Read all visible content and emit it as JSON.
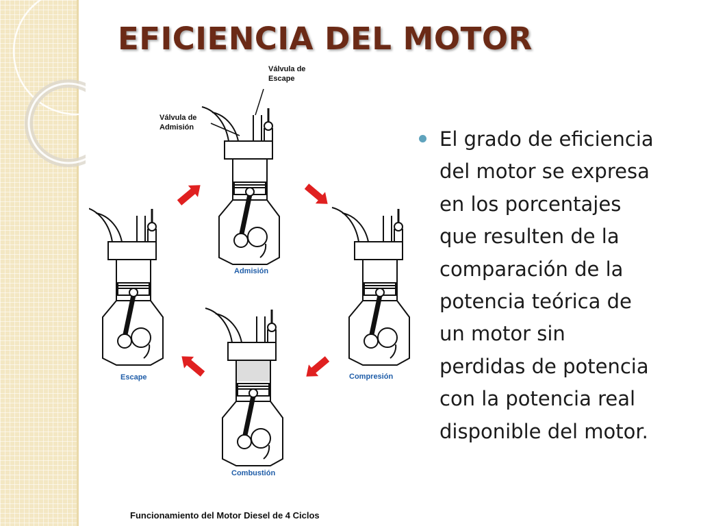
{
  "slide": {
    "title": "EFICIENCIA DEL MOTOR",
    "bullet": "El grado de eficiencia\ndel motor se expresa\nen los porcentajes\nque resulten de la\ncomparación de la\npotencia teórica  de\nun motor sin\nperdidas de potencia\ncon la potencia real\ndisponible del motor."
  },
  "diagram": {
    "label_exhaust_valve_1": "Válvula de",
    "label_exhaust_valve_2": "Escape",
    "label_intake_valve_1": "Válvula de",
    "label_intake_valve_2": "Admisión",
    "stage_intake": "Admisión",
    "stage_compression": "Compresión",
    "stage_combustion": "Combustión",
    "stage_exhaust": "Escape",
    "caption": "Funcionamiento del Motor Diesel de 4 Ciclos"
  },
  "colors": {
    "title": "#6b2a16",
    "arrow": "#e02020",
    "stage_label": "#1f5da8",
    "bullet_dot": "#5fa3bd",
    "side_strip": "#f3e7c3"
  }
}
